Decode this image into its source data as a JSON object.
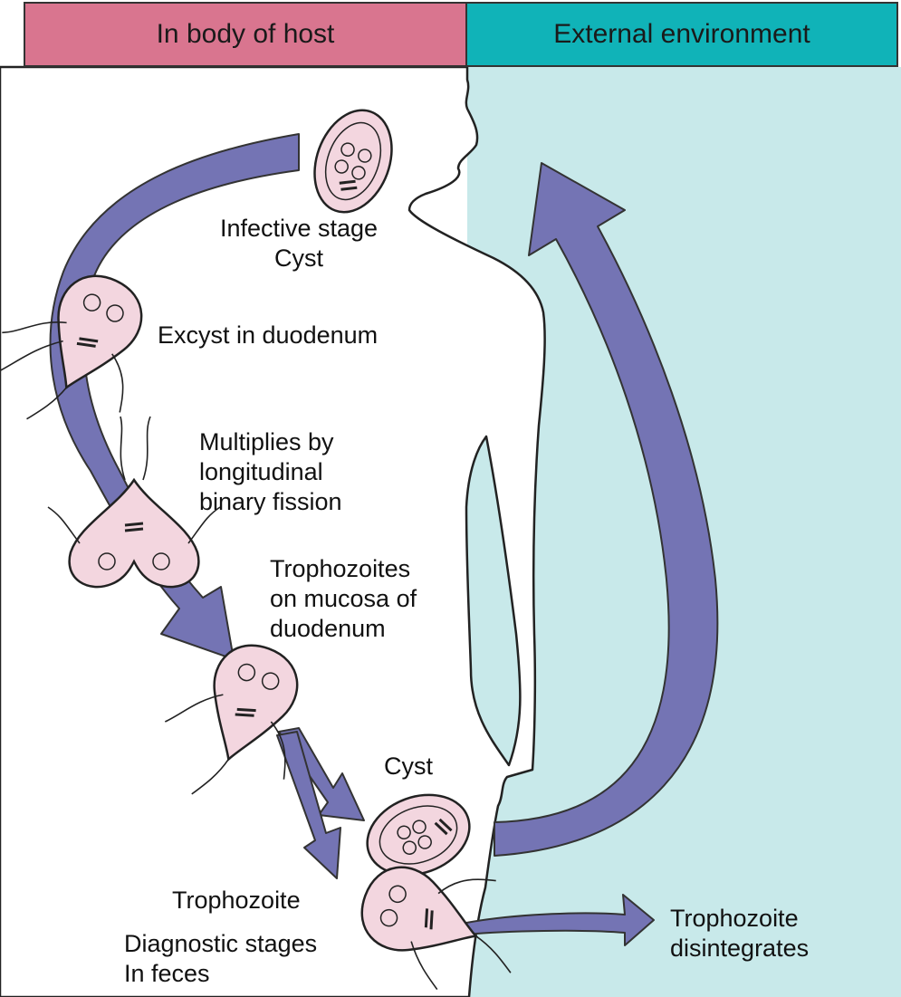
{
  "header": {
    "left_label": "In body of host",
    "right_label": "External environment",
    "left_color": "#d9758f",
    "right_color": "#10b3b8"
  },
  "colors": {
    "environment_bg": "#c8e9ea",
    "arrow_fill": "#7474b4",
    "organism_fill": "#f3d6df",
    "outline": "#222222"
  },
  "labels": {
    "infective_stage": [
      "Infective stage",
      "Cyst"
    ],
    "excyst": [
      "Excyst in duodenum"
    ],
    "multiplies": [
      "Multiplies by",
      "longitudinal",
      "binary fission"
    ],
    "trophozoites_mucosa": [
      "Trophozoites",
      "on mucosa of",
      "duodenum"
    ],
    "cyst": [
      "Cyst"
    ],
    "trophozoite": [
      "Trophozoite"
    ],
    "diagnostic": [
      "Diagnostic stages",
      "In feces"
    ],
    "disintegrates": [
      "Trophozoite",
      "disintegrates"
    ]
  }
}
